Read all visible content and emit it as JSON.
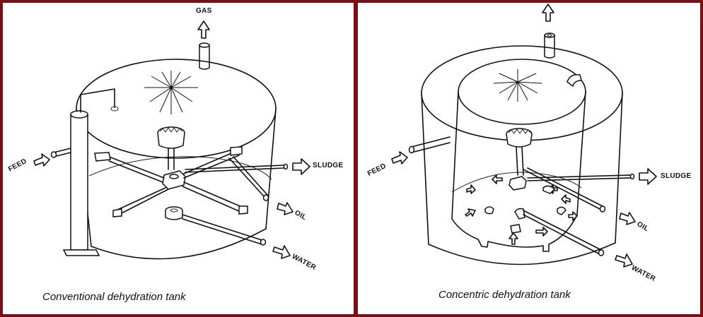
{
  "left": {
    "caption": "Conventional dehydration tank",
    "labels": {
      "gas": "GAS",
      "feed": "FEED",
      "sludge": "SLUDGE",
      "oil": "OIL",
      "water": "WATER"
    }
  },
  "right": {
    "caption": "Concentric dehydration tank",
    "labels": {
      "feed": "FEED",
      "sludge": "SLUDGE",
      "oil": "OIL",
      "water": "WATER"
    }
  },
  "colors": {
    "frame": "#7a0f16",
    "background": "#ffffff",
    "line": "#111111"
  }
}
